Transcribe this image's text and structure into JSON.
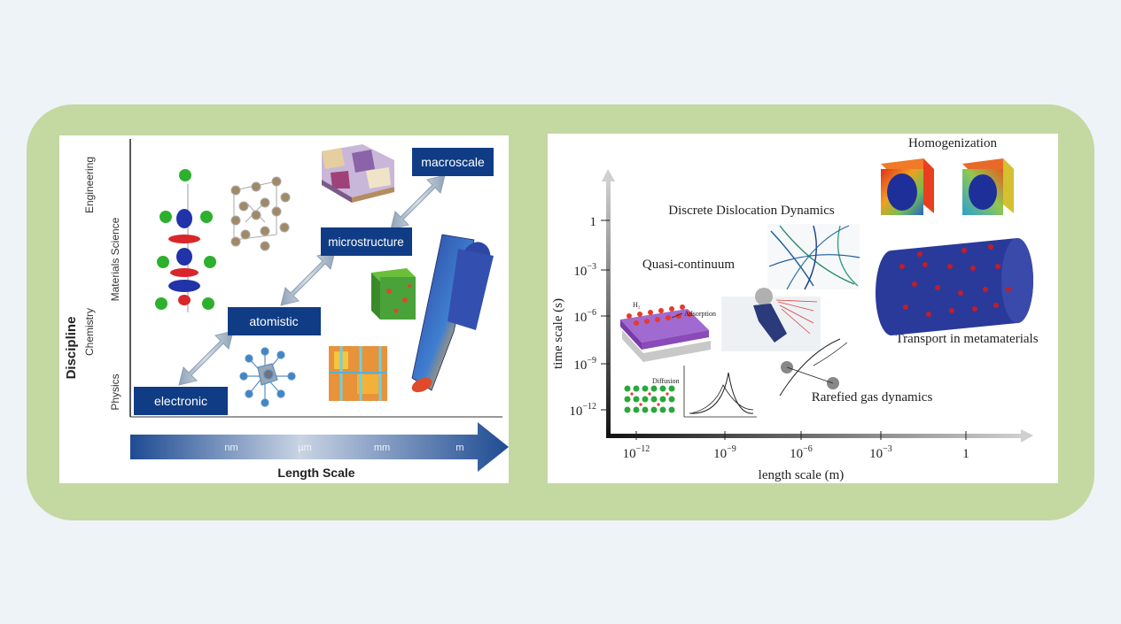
{
  "left_diagram": {
    "discipline_label": "Discipline",
    "disciplines": [
      "Physics",
      "Chemistry",
      "Materials Science",
      "Engineering"
    ],
    "scales": [
      "electronic",
      "atomistic",
      "microstructure",
      "macroscale"
    ],
    "length_ticks": [
      "nm",
      "µm",
      "mm",
      "m"
    ],
    "axis_title": "Length Scale"
  },
  "right_diagram": {
    "y_axis_label": "time scale (s)",
    "x_axis_label": "length scale (m)",
    "y_ticks": [
      {
        "base": "1",
        "exp": ""
      },
      {
        "base": "10",
        "exp": "−3"
      },
      {
        "base": "10",
        "exp": "−6"
      },
      {
        "base": "10",
        "exp": "−9"
      },
      {
        "base": "10",
        "exp": "−12"
      }
    ],
    "x_ticks": [
      {
        "base": "10",
        "exp": "−12"
      },
      {
        "base": "10",
        "exp": "−9"
      },
      {
        "base": "10",
        "exp": "−6"
      },
      {
        "base": "10",
        "exp": "−3"
      },
      {
        "base": "1",
        "exp": ""
      }
    ],
    "methods": {
      "homogenization": "Homogenization",
      "ddd": "Discrete Dislocation Dynamics",
      "qc": "Quasi-continuum",
      "transport": "Transport in metamaterials",
      "rarefied": "Rarefied gas dynamics"
    },
    "inset_labels": {
      "h2": "H₂",
      "adsorption": "Adsorption",
      "diffusion": "Diffusion"
    }
  },
  "colors": {
    "frame": "#c4d8a2",
    "background": "#eef3f7",
    "label_box": "#0f3c84",
    "arrow_band": "#1f4a8f"
  }
}
